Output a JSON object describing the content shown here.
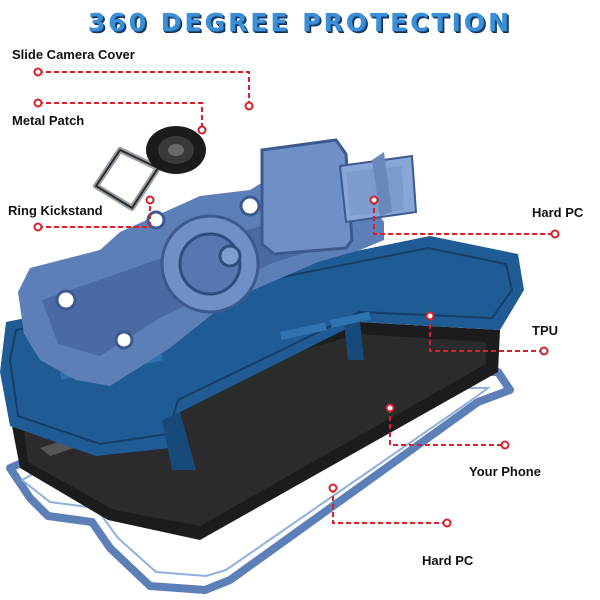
{
  "header": {
    "title": "360 DEGREE PROTECTION"
  },
  "callouts": {
    "slide_camera_cover": "Slide Camera Cover",
    "metal_patch": "Metal Patch",
    "ring_kickstand": "Ring Kickstand",
    "hard_pc_top": "Hard PC",
    "tpu": "TPU",
    "your_phone": "Your Phone",
    "hard_pc_bottom": "Hard PC"
  },
  "colors": {
    "title_blue": "#3a8fd6",
    "callout_red": "#d8202a",
    "case_blue": "#5d7fb8",
    "tpu_navy": "#1f5b94",
    "phone_black": "#1c1c1e"
  }
}
